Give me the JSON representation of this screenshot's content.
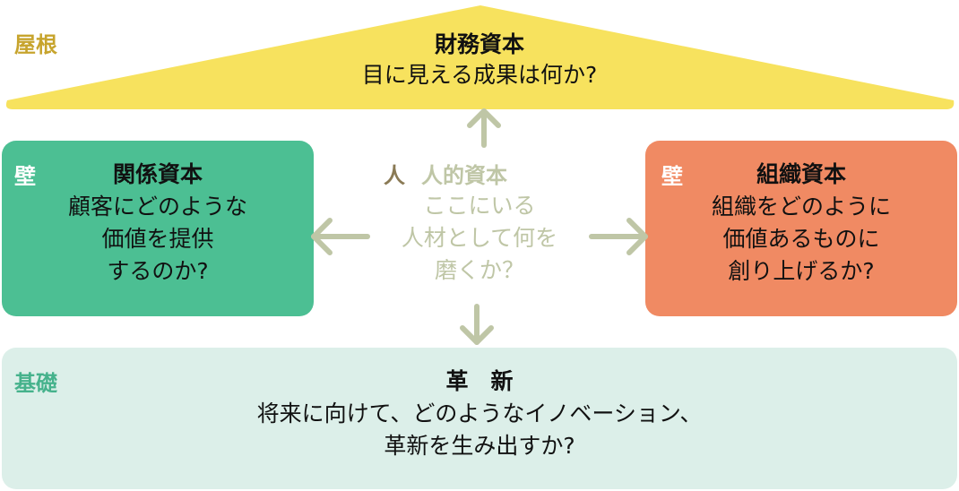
{
  "colors": {
    "roof": "#f7e25e",
    "left_wall": "#4cbf93",
    "right_wall": "#f08a63",
    "foundation": "#dcefe9",
    "arrows": "#bfc6a6",
    "roof_tag": "#c7a42d",
    "foundation_tag": "#46b28c",
    "person_tag": "#8a7a55"
  },
  "roof": {
    "tag": "屋根",
    "title": "財務資本",
    "question": "目に見える成果は何か?"
  },
  "left_wall": {
    "tag": "壁",
    "title": "関係資本",
    "lines": [
      "顧客にどのような",
      "価値を提供",
      "するのか?"
    ]
  },
  "center": {
    "tag": "人",
    "title": "人的資本",
    "lines": [
      "ここにいる",
      "人材として何を",
      "磨くか？"
    ]
  },
  "right_wall": {
    "tag": "壁",
    "title": "組織資本",
    "lines": [
      "組織をどのように",
      "価値あるものに",
      "創り上げるか?"
    ]
  },
  "foundation": {
    "tag": "基礎",
    "title": "革　新",
    "lines": [
      "将来に向けて、どのようなイノベーション、",
      "革新を生み出すか?"
    ]
  },
  "arrows": [
    "arrow-up",
    "arrow-left",
    "arrow-right",
    "arrow-down"
  ]
}
